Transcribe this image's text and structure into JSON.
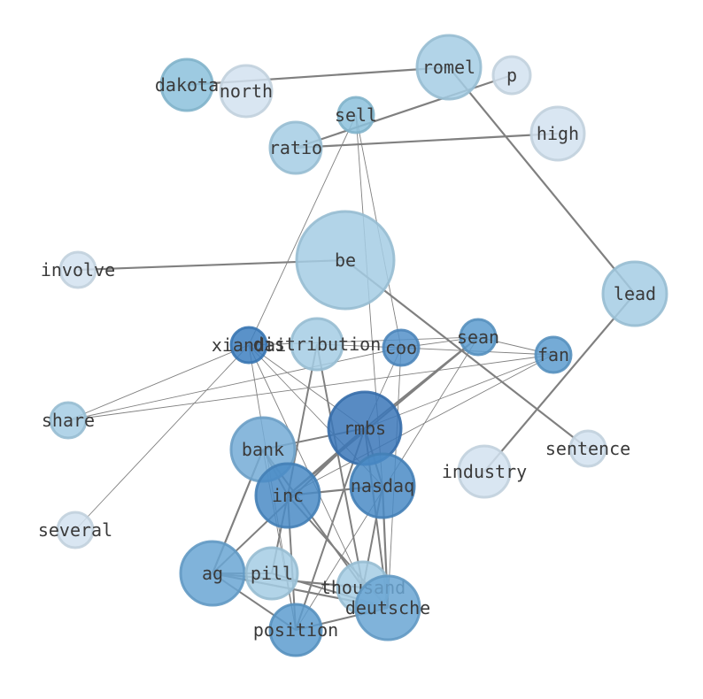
{
  "nodes": [
    {
      "id": "dakota",
      "label": "dakota",
      "color": "#8cc1dc"
    },
    {
      "id": "north",
      "label": "north",
      "color": "#d2e2f0"
    },
    {
      "id": "romel",
      "label": "romel",
      "color": "#a4cde4"
    },
    {
      "id": "p",
      "label": "p",
      "color": "#d2e2f0"
    },
    {
      "id": "sell",
      "label": "sell",
      "color": "#8cc1dc"
    },
    {
      "id": "ratio",
      "label": "ratio",
      "color": "#a4cde4"
    },
    {
      "id": "high",
      "label": "high",
      "color": "#d2e2f0"
    },
    {
      "id": "be",
      "label": "be",
      "color": "#a4cde4"
    },
    {
      "id": "involve",
      "label": "involve",
      "color": "#d2e2f0"
    },
    {
      "id": "lead",
      "label": "lead",
      "color": "#a4cde4"
    },
    {
      "id": "xiandai",
      "label": "xiandai",
      "color": "#3d7fc0"
    },
    {
      "id": "distribution",
      "label": "distribution",
      "color": "#a4cde4"
    },
    {
      "id": "coo",
      "label": "coo",
      "color": "#5391c9"
    },
    {
      "id": "sean",
      "label": "sean",
      "color": "#5d9ccf"
    },
    {
      "id": "fan",
      "label": "fan",
      "color": "#5d9ccf"
    },
    {
      "id": "share",
      "label": "share",
      "color": "#a4cde4"
    },
    {
      "id": "rmbs",
      "label": "rmbs",
      "color": "#3b77b9"
    },
    {
      "id": "sentence",
      "label": "sentence",
      "color": "#d2e2f0"
    },
    {
      "id": "bank",
      "label": "bank",
      "color": "#74acd6"
    },
    {
      "id": "industry",
      "label": "industry",
      "color": "#d2e2f0"
    },
    {
      "id": "inc",
      "label": "inc",
      "color": "#4a8bc6"
    },
    {
      "id": "nasdaq",
      "label": "nasdaq",
      "color": "#4a8bc6"
    },
    {
      "id": "several",
      "label": "several",
      "color": "#d2e2f0"
    },
    {
      "id": "ag",
      "label": "ag",
      "color": "#6aa6d4"
    },
    {
      "id": "pill",
      "label": "pill",
      "color": "#a4cde4"
    },
    {
      "id": "thousand",
      "label": "thousand",
      "color": "#a4cde4"
    },
    {
      "id": "deutsche",
      "label": "deutsche",
      "color": "#6aa6d4"
    },
    {
      "id": "position",
      "label": "position",
      "color": "#5d9ccf"
    }
  ],
  "edges": [
    [
      "dakota",
      "romel",
      "heavy"
    ],
    [
      "romel",
      "lead",
      "heavy"
    ],
    [
      "p",
      "ratio",
      "heavy"
    ],
    [
      "ratio",
      "high",
      "heavy"
    ],
    [
      "be",
      "involve",
      "heavy"
    ],
    [
      "be",
      "sentence",
      "heavy"
    ],
    [
      "lead",
      "industry",
      "heavy"
    ],
    [
      "sell",
      "xiandai",
      "light"
    ],
    [
      "sell",
      "coo",
      "light"
    ],
    [
      "sell",
      "nasdaq",
      "light"
    ],
    [
      "xiandai",
      "share",
      "light"
    ],
    [
      "xiandai",
      "several",
      "light"
    ],
    [
      "xiandai",
      "rmbs",
      "light"
    ],
    [
      "xiandai",
      "nasdaq",
      "light"
    ],
    [
      "xiandai",
      "thousand",
      "light"
    ],
    [
      "xiandai",
      "position",
      "light"
    ],
    [
      "distribution",
      "coo",
      "light"
    ],
    [
      "distribution",
      "inc",
      "medium"
    ],
    [
      "distribution",
      "thousand",
      "medium"
    ],
    [
      "coo",
      "sean",
      "light"
    ],
    [
      "coo",
      "fan",
      "light"
    ],
    [
      "coo",
      "share",
      "light"
    ],
    [
      "coo",
      "rmbs",
      "light"
    ],
    [
      "coo",
      "deutsche",
      "light"
    ],
    [
      "sean",
      "fan",
      "light"
    ],
    [
      "sean",
      "rmbs",
      "medium"
    ],
    [
      "sean",
      "inc",
      "medium"
    ],
    [
      "sean",
      "position",
      "light"
    ],
    [
      "sean",
      "xiandai",
      "light"
    ],
    [
      "fan",
      "rmbs",
      "light"
    ],
    [
      "fan",
      "share",
      "light"
    ],
    [
      "fan",
      "inc",
      "light"
    ],
    [
      "rmbs",
      "bank",
      "medium"
    ],
    [
      "rmbs",
      "inc",
      "medium"
    ],
    [
      "rmbs",
      "nasdaq",
      "medium"
    ],
    [
      "rmbs",
      "ag",
      "medium"
    ],
    [
      "rmbs",
      "deutsche",
      "medium"
    ],
    [
      "rmbs",
      "position",
      "medium"
    ],
    [
      "bank",
      "ag",
      "heavy"
    ],
    [
      "bank",
      "inc",
      "medium"
    ],
    [
      "bank",
      "thousand",
      "medium"
    ],
    [
      "bank",
      "position",
      "light"
    ],
    [
      "inc",
      "nasdaq",
      "heavy"
    ],
    [
      "inc",
      "pill",
      "medium"
    ],
    [
      "inc",
      "position",
      "medium"
    ],
    [
      "inc",
      "deutsche",
      "medium"
    ],
    [
      "nasdaq",
      "deutsche",
      "heavy"
    ],
    [
      "nasdaq",
      "thousand",
      "medium"
    ],
    [
      "ag",
      "pill",
      "medium"
    ],
    [
      "ag",
      "thousand",
      "heavy"
    ],
    [
      "ag",
      "deutsche",
      "heavy"
    ],
    [
      "ag",
      "position",
      "medium"
    ],
    [
      "pill",
      "deutsche",
      "medium"
    ],
    [
      "position",
      "deutsche",
      "medium"
    ]
  ]
}
